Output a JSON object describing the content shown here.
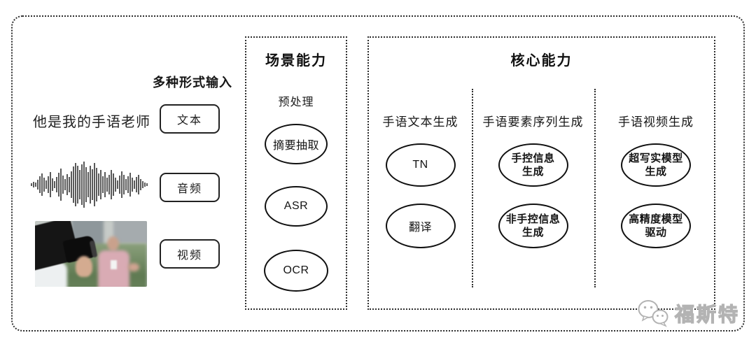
{
  "input_section": {
    "label": "多种形式输入",
    "sample_text": "他是我的手语老师",
    "items": [
      {
        "label": "文本"
      },
      {
        "label": "音频"
      },
      {
        "label": "视频"
      }
    ]
  },
  "scene_box": {
    "title": "场景能力",
    "subtitle": "预处理",
    "nodes": [
      {
        "label": "摘要抽取"
      },
      {
        "label": "ASR"
      },
      {
        "label": "OCR"
      }
    ]
  },
  "core_box": {
    "title": "核心能力",
    "columns": [
      {
        "header": "手语文本生成",
        "nodes": [
          {
            "line1": "TN"
          },
          {
            "line1": "翻译"
          }
        ]
      },
      {
        "header": "手语要素序列生成",
        "nodes": [
          {
            "line1": "手控信息",
            "line2": "生成"
          },
          {
            "line1": "非手控信息",
            "line2": "生成"
          }
        ]
      },
      {
        "header": "手语视频生成",
        "nodes": [
          {
            "line1": "超写实模型",
            "line2": "生成"
          },
          {
            "line1": "高精度模型",
            "line2": "驱动"
          }
        ]
      }
    ]
  },
  "watermark": {
    "text": "福斯特"
  },
  "colors": {
    "ink": "#1c1c1c",
    "watermark_gray": "#b3b3b3",
    "background": "#ffffff"
  }
}
